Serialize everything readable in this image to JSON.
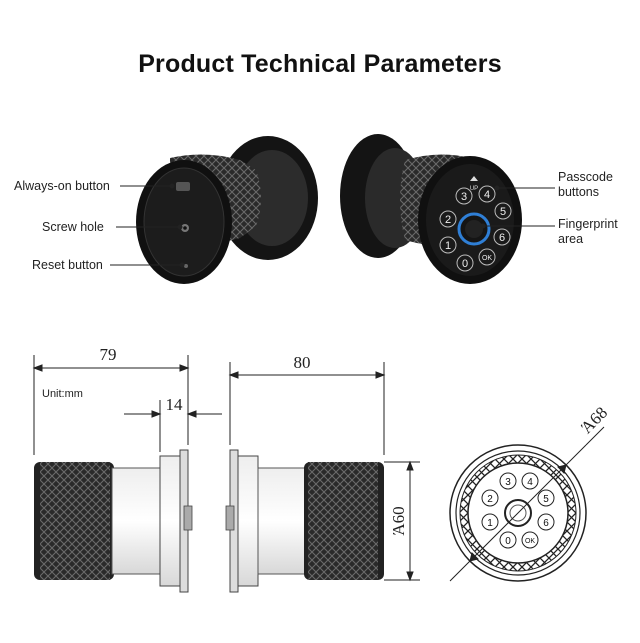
{
  "title": "Product Technical Parameters",
  "labels": {
    "always_on_button": "Always-on button",
    "screw_hole": "Screw hole",
    "reset_button": "Reset button",
    "passcode_buttons_line1": "Passcode",
    "passcode_buttons_line2": "buttons",
    "fingerprint_area_line1": "Fingerprint",
    "fingerprint_area_line2": "area"
  },
  "keypad": {
    "keys": [
      "3",
      "4",
      "2",
      "5",
      "1",
      "6",
      "0",
      "OK"
    ],
    "up_label": "UP"
  },
  "dimensions": {
    "unit": "Unit:mm",
    "total_length": "79",
    "flange": "14",
    "right_length": "80",
    "diameter_body": "Ά60",
    "diameter_face": "Ά68"
  },
  "colors": {
    "knob_dark": "#1c1c1c",
    "fingerprint_ring": "#2f7fd6",
    "line": "#222222"
  }
}
